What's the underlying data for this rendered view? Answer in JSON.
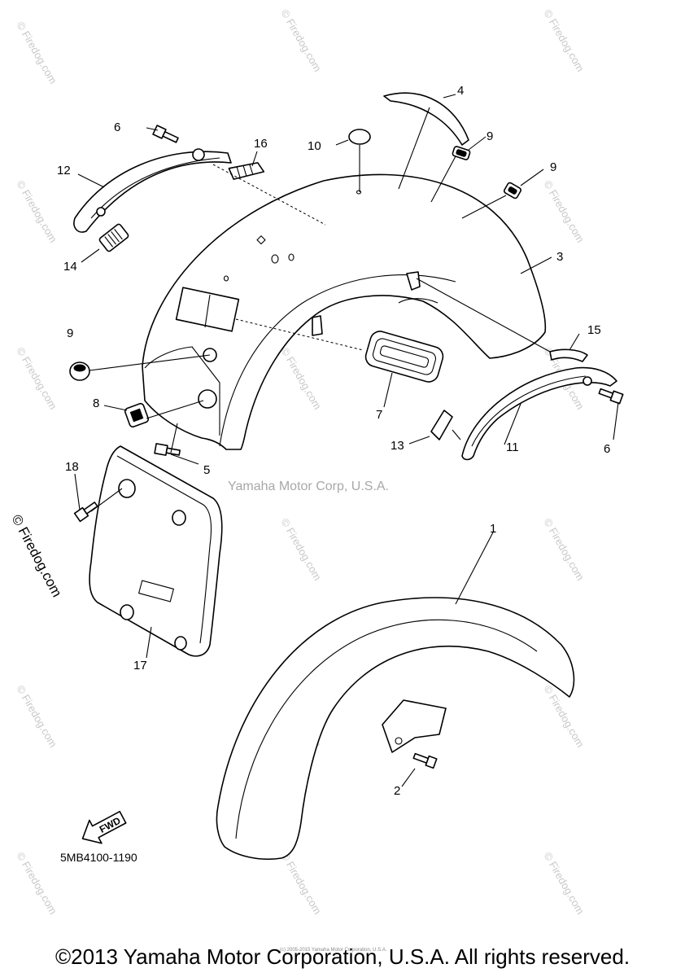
{
  "watermarks": {
    "site": "© Firedog.com",
    "center": "Yamaha Motor Corp, U.S.A."
  },
  "diagram_code": "5MB4100-1190",
  "fwd_label": "FWD",
  "small_print": "(c) 2005-2015 Yamaha Motor Corporation, U.S.A.",
  "copyright": "©2013 Yamaha Motor Corporation, U.S.A. All rights reserved.",
  "callouts": {
    "c1": "1",
    "c2": "2",
    "c3": "3",
    "c4": "4",
    "c5": "5",
    "c6a": "6",
    "c6b": "6",
    "c7": "7",
    "c8": "8",
    "c9a": "9",
    "c9b": "9",
    "c9c": "9",
    "c10": "10",
    "c11": "11",
    "c12": "12",
    "c13": "13",
    "c14": "14",
    "c15": "15",
    "c16": "16",
    "c17": "17",
    "c18": "18"
  }
}
